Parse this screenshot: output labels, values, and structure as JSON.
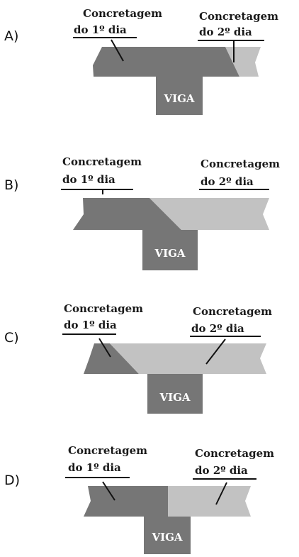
{
  "options": [
    {
      "letter": "A)",
      "label_day1": [
        "Concretagem",
        "do 1º dia"
      ],
      "label_day2": [
        "Concretagem",
        "do 2º dia"
      ],
      "beam": "VIGA"
    },
    {
      "letter": "B)",
      "label_day1": [
        "Concretagem",
        "do 1º dia"
      ],
      "label_day2": [
        "Concretagem",
        "do 2º dia"
      ],
      "beam": "VIGA"
    },
    {
      "letter": "C)",
      "label_day1": [
        "Concretagem",
        "do 1º dia"
      ],
      "label_day2": [
        "Concretagem",
        "do 2º dia"
      ],
      "beam": "VIGA"
    },
    {
      "letter": "D)",
      "label_day1": [
        "Concretagem",
        "do 1º dia"
      ],
      "label_day2": [
        "Concretagem",
        "do 2º dia"
      ],
      "beam": "VIGA"
    }
  ],
  "colors": {
    "day1_concrete": "#767676",
    "day2_concrete": "#c2c2c2",
    "beam": "#767676",
    "line": "#111111"
  }
}
